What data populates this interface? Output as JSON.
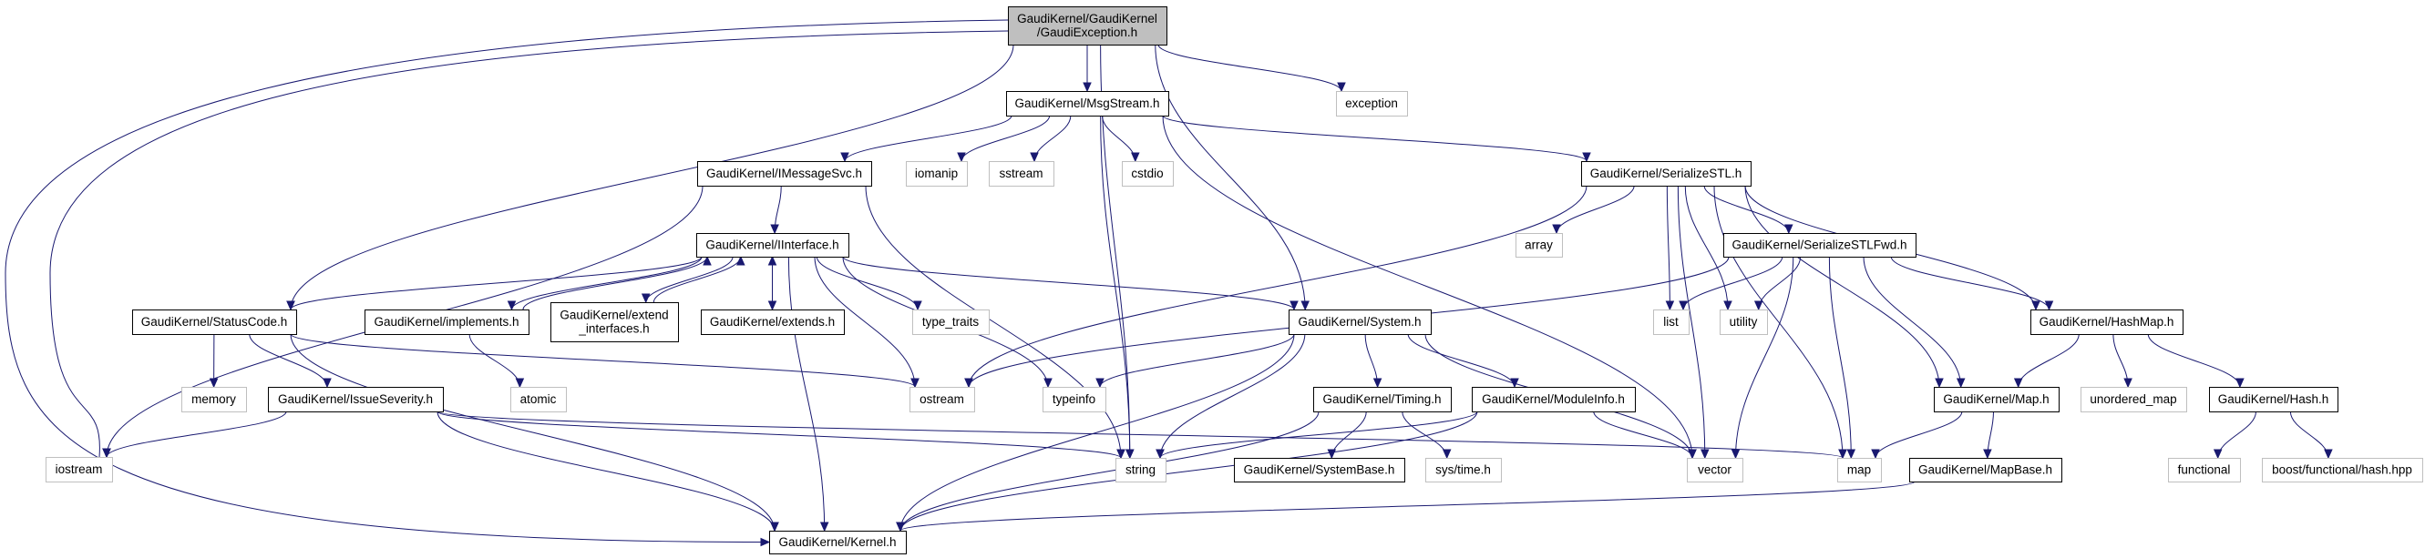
{
  "graph": {
    "title": "GaudiKernel/GaudiKernel/GaudiException.h include dependency graph",
    "colors": {
      "edge": "#191970",
      "root_fill": "#bfbfbf",
      "local_border": "#000000",
      "system_border": "#bfbfbf"
    },
    "nodes": [
      {
        "id": "gaudiexception",
        "lines": [
          "GaudiKernel/GaudiKernel",
          "/GaudiException.h"
        ],
        "kind": "root"
      },
      {
        "id": "msgstream",
        "lines": [
          "GaudiKernel/MsgStream.h"
        ],
        "kind": "local"
      },
      {
        "id": "exception",
        "lines": [
          "exception"
        ],
        "kind": "system"
      },
      {
        "id": "imessagesvc",
        "lines": [
          "GaudiKernel/IMessageSvc.h"
        ],
        "kind": "local"
      },
      {
        "id": "iomanip",
        "lines": [
          "iomanip"
        ],
        "kind": "system"
      },
      {
        "id": "sstream",
        "lines": [
          "sstream"
        ],
        "kind": "system"
      },
      {
        "id": "cstdio",
        "lines": [
          "cstdio"
        ],
        "kind": "system"
      },
      {
        "id": "serializestl",
        "lines": [
          "GaudiKernel/SerializeSTL.h"
        ],
        "kind": "local"
      },
      {
        "id": "iinterface",
        "lines": [
          "GaudiKernel/IInterface.h"
        ],
        "kind": "local"
      },
      {
        "id": "array",
        "lines": [
          "array"
        ],
        "kind": "system"
      },
      {
        "id": "serializestlfwd",
        "lines": [
          "GaudiKernel/SerializeSTLFwd.h"
        ],
        "kind": "local"
      },
      {
        "id": "statuscode",
        "lines": [
          "GaudiKernel/StatusCode.h"
        ],
        "kind": "local"
      },
      {
        "id": "implements",
        "lines": [
          "GaudiKernel/implements.h"
        ],
        "kind": "local"
      },
      {
        "id": "extend_interfaces",
        "lines": [
          "GaudiKernel/extend",
          "_interfaces.h"
        ],
        "kind": "local"
      },
      {
        "id": "extends",
        "lines": [
          "GaudiKernel/extends.h"
        ],
        "kind": "local"
      },
      {
        "id": "type_traits",
        "lines": [
          "type_traits"
        ],
        "kind": "system"
      },
      {
        "id": "system",
        "lines": [
          "GaudiKernel/System.h"
        ],
        "kind": "local"
      },
      {
        "id": "list",
        "lines": [
          "list"
        ],
        "kind": "system"
      },
      {
        "id": "utility",
        "lines": [
          "utility"
        ],
        "kind": "system"
      },
      {
        "id": "hashmap",
        "lines": [
          "GaudiKernel/HashMap.h"
        ],
        "kind": "local"
      },
      {
        "id": "memory",
        "lines": [
          "memory"
        ],
        "kind": "system"
      },
      {
        "id": "issueseverity",
        "lines": [
          "GaudiKernel/IssueSeverity.h"
        ],
        "kind": "local"
      },
      {
        "id": "atomic",
        "lines": [
          "atomic"
        ],
        "kind": "system"
      },
      {
        "id": "ostream",
        "lines": [
          "ostream"
        ],
        "kind": "system"
      },
      {
        "id": "typeinfo",
        "lines": [
          "typeinfo"
        ],
        "kind": "system"
      },
      {
        "id": "timing",
        "lines": [
          "GaudiKernel/Timing.h"
        ],
        "kind": "local"
      },
      {
        "id": "moduleinfo",
        "lines": [
          "GaudiKernel/ModuleInfo.h"
        ],
        "kind": "local"
      },
      {
        "id": "map_h",
        "lines": [
          "GaudiKernel/Map.h"
        ],
        "kind": "local"
      },
      {
        "id": "unordered_map",
        "lines": [
          "unordered_map"
        ],
        "kind": "system"
      },
      {
        "id": "hash",
        "lines": [
          "GaudiKernel/Hash.h"
        ],
        "kind": "local"
      },
      {
        "id": "iostream",
        "lines": [
          "iostream"
        ],
        "kind": "system"
      },
      {
        "id": "string",
        "lines": [
          "string"
        ],
        "kind": "system"
      },
      {
        "id": "systembase",
        "lines": [
          "GaudiKernel/SystemBase.h"
        ],
        "kind": "local"
      },
      {
        "id": "systime",
        "lines": [
          "sys/time.h"
        ],
        "kind": "system"
      },
      {
        "id": "vector",
        "lines": [
          "vector"
        ],
        "kind": "system"
      },
      {
        "id": "map",
        "lines": [
          "map"
        ],
        "kind": "system"
      },
      {
        "id": "mapbase",
        "lines": [
          "GaudiKernel/MapBase.h"
        ],
        "kind": "local"
      },
      {
        "id": "functional",
        "lines": [
          "functional"
        ],
        "kind": "system"
      },
      {
        "id": "boosthash",
        "lines": [
          "boost/functional/hash.hpp"
        ],
        "kind": "system"
      },
      {
        "id": "kernel",
        "lines": [
          "GaudiKernel/Kernel.h"
        ],
        "kind": "local"
      }
    ],
    "edges": [
      [
        "gaudiexception",
        "msgstream"
      ],
      [
        "gaudiexception",
        "exception"
      ],
      [
        "gaudiexception",
        "statuscode"
      ],
      [
        "gaudiexception",
        "iostream"
      ],
      [
        "gaudiexception",
        "kernel"
      ],
      [
        "gaudiexception",
        "string"
      ],
      [
        "gaudiexception",
        "system"
      ],
      [
        "msgstream",
        "imessagesvc"
      ],
      [
        "msgstream",
        "iomanip"
      ],
      [
        "msgstream",
        "sstream"
      ],
      [
        "msgstream",
        "cstdio"
      ],
      [
        "msgstream",
        "string"
      ],
      [
        "msgstream",
        "vector"
      ],
      [
        "msgstream",
        "serializestl"
      ],
      [
        "imessagesvc",
        "iinterface"
      ],
      [
        "imessagesvc",
        "iostream"
      ],
      [
        "imessagesvc",
        "string"
      ],
      [
        "iinterface",
        "statuscode"
      ],
      [
        "iinterface",
        "implements"
      ],
      [
        "iinterface",
        "extend_interfaces"
      ],
      [
        "iinterface",
        "extends"
      ],
      [
        "iinterface",
        "type_traits"
      ],
      [
        "iinterface",
        "system"
      ],
      [
        "iinterface",
        "ostream"
      ],
      [
        "iinterface",
        "typeinfo"
      ],
      [
        "iinterface",
        "kernel"
      ],
      [
        "implements",
        "iinterface"
      ],
      [
        "implements",
        "atomic"
      ],
      [
        "extend_interfaces",
        "iinterface"
      ],
      [
        "extends",
        "iinterface"
      ],
      [
        "statuscode",
        "memory"
      ],
      [
        "statuscode",
        "issueseverity"
      ],
      [
        "statuscode",
        "ostream"
      ],
      [
        "statuscode",
        "kernel"
      ],
      [
        "issueseverity",
        "iostream"
      ],
      [
        "issueseverity",
        "string"
      ],
      [
        "issueseverity",
        "map"
      ],
      [
        "issueseverity",
        "kernel"
      ],
      [
        "system",
        "typeinfo"
      ],
      [
        "system",
        "string"
      ],
      [
        "system",
        "timing"
      ],
      [
        "system",
        "moduleinfo"
      ],
      [
        "system",
        "vector"
      ],
      [
        "system",
        "kernel"
      ],
      [
        "timing",
        "systembase"
      ],
      [
        "timing",
        "systime"
      ],
      [
        "timing",
        "kernel"
      ],
      [
        "moduleinfo",
        "string"
      ],
      [
        "moduleinfo",
        "vector"
      ],
      [
        "moduleinfo",
        "kernel"
      ],
      [
        "serializestl",
        "ostream"
      ],
      [
        "serializestl",
        "array"
      ],
      [
        "serializestl",
        "list"
      ],
      [
        "serializestl",
        "utility"
      ],
      [
        "serializestl",
        "serializestlfwd"
      ],
      [
        "serializestl",
        "vector"
      ],
      [
        "serializestl",
        "map"
      ],
      [
        "serializestl",
        "map_h"
      ],
      [
        "serializestl",
        "hashmap"
      ],
      [
        "serializestlfwd",
        "ostream"
      ],
      [
        "serializestlfwd",
        "list"
      ],
      [
        "serializestlfwd",
        "utility"
      ],
      [
        "serializestlfwd",
        "vector"
      ],
      [
        "serializestlfwd",
        "map"
      ],
      [
        "serializestlfwd",
        "map_h"
      ],
      [
        "serializestlfwd",
        "hashmap"
      ],
      [
        "hashmap",
        "map_h"
      ],
      [
        "hashmap",
        "unordered_map"
      ],
      [
        "hashmap",
        "hash"
      ],
      [
        "map_h",
        "map"
      ],
      [
        "map_h",
        "mapbase"
      ],
      [
        "mapbase",
        "kernel"
      ],
      [
        "hash",
        "functional"
      ],
      [
        "hash",
        "boosthash"
      ]
    ]
  }
}
